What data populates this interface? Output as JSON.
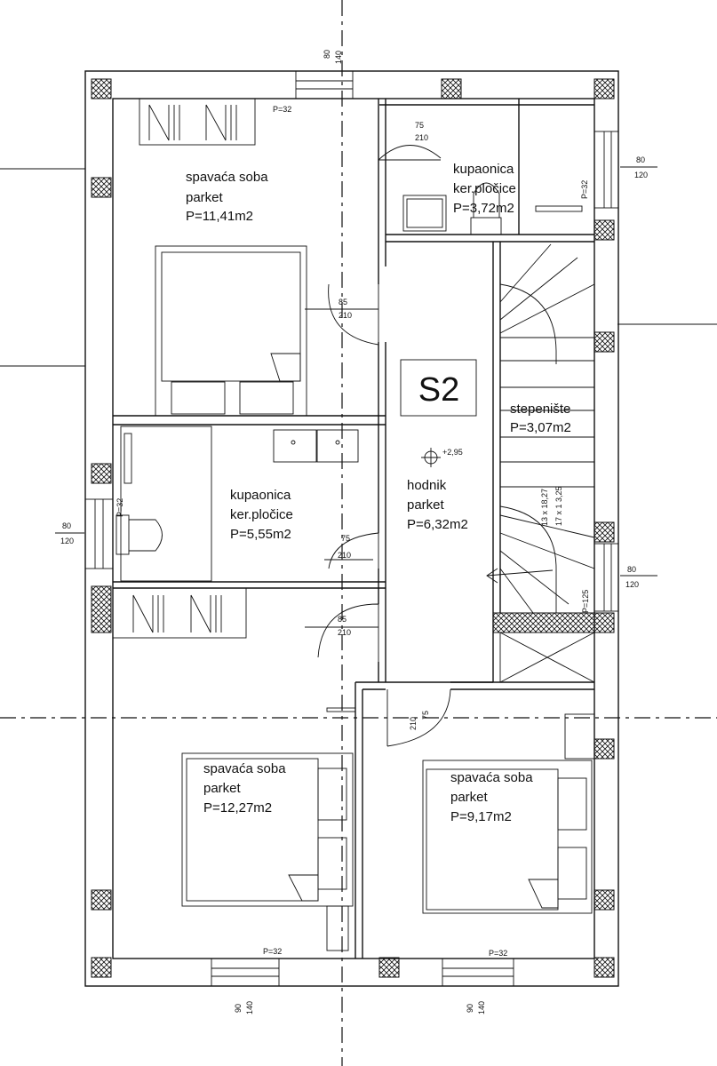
{
  "plan": {
    "rooms": [
      {
        "id": "bed1",
        "lines": [
          "spavaća soba",
          "parket",
          "P=11,41m2"
        ]
      },
      {
        "id": "bath1",
        "lines": [
          "kupaonica",
          "ker.pločice",
          "P=3,72m2"
        ]
      },
      {
        "id": "stairs",
        "lines": [
          "stepenište",
          "P=3,07m2"
        ]
      },
      {
        "id": "hall",
        "lines": [
          "hodnik",
          "parket",
          "P=6,32m2"
        ]
      },
      {
        "id": "bath2",
        "lines": [
          "kupaonica",
          "ker.pločice",
          "P=5,55m2"
        ]
      },
      {
        "id": "bed2",
        "lines": [
          "spavaća soba",
          "parket",
          "P=12,27m2"
        ]
      },
      {
        "id": "bed3",
        "lines": [
          "spavaća soba",
          "parket",
          "P=9,17m2"
        ]
      }
    ],
    "floor_tag": "S2",
    "level_mark": "+2,95",
    "dims": {
      "win_top": [
        "80",
        "140"
      ],
      "win_right_a": [
        "80",
        "120"
      ],
      "win_right_b": [
        "80",
        "120"
      ],
      "win_left": [
        "80",
        "120"
      ],
      "win_bot_a": [
        "90",
        "140"
      ],
      "win_bot_b": [
        "90",
        "140"
      ],
      "door_bath1": [
        "75",
        "210"
      ],
      "door_bed1": [
        "85",
        "210"
      ],
      "door_bath2": [
        "75",
        "210"
      ],
      "door_bed2": [
        "85",
        "210"
      ],
      "door_bed3": [
        "210",
        "75"
      ],
      "stairs_calc": [
        "13 x 18,27",
        "17 x 1 3,25"
      ],
      "p32_top": "P=32",
      "p32_bl": "P=32",
      "p32_br": "P=32",
      "p32_right": "P=32",
      "p32_left": "P=32",
      "p125": "P=125"
    }
  }
}
